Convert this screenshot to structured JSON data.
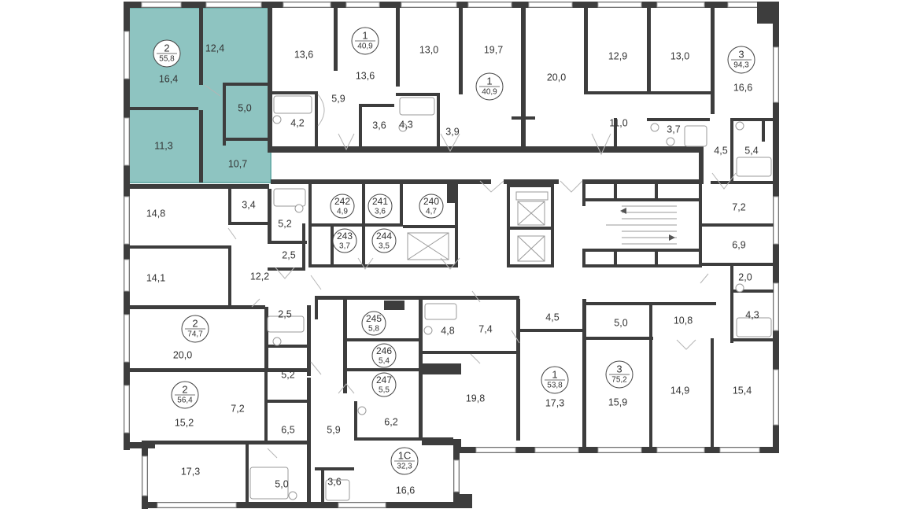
{
  "colors": {
    "wall": "#3d3d3d",
    "highlight": "#8ec4c1",
    "background": "#ffffff"
  },
  "selected_apartment": {
    "rooms": "2",
    "area": "55,8"
  },
  "apartments": [
    {
      "rooms": "2",
      "area": "55,8"
    },
    {
      "rooms": "1",
      "area": "40,9"
    },
    {
      "rooms": "1",
      "area": "40,9"
    },
    {
      "rooms": "3",
      "area": "94,3"
    },
    {
      "rooms": "2",
      "area": "74,7"
    },
    {
      "rooms": "2",
      "area": "56,4"
    },
    {
      "rooms": "1",
      "area": "53,8"
    },
    {
      "rooms": "3",
      "area": "75,2"
    },
    {
      "rooms": "1С",
      "area": "32,3"
    }
  ],
  "storage_units": [
    {
      "number": "242",
      "area": "4,9"
    },
    {
      "number": "241",
      "area": "3,6"
    },
    {
      "number": "240",
      "area": "4,7"
    },
    {
      "number": "243",
      "area": "3,7"
    },
    {
      "number": "244",
      "area": "3,5"
    },
    {
      "number": "245",
      "area": "5,8"
    },
    {
      "number": "246",
      "area": "5,4"
    },
    {
      "number": "247",
      "area": "5,5"
    }
  ],
  "room_areas": [
    "16,4",
    "12,4",
    "5,0",
    "11,3",
    "10,7",
    "13,6",
    "13,6",
    "4,2",
    "5,9",
    "3,6",
    "13,0",
    "4,3",
    "3,9",
    "19,7",
    "20,0",
    "12,9",
    "13,0",
    "11,0",
    "3,7",
    "16,6",
    "4,5",
    "5,4",
    "7,2",
    "6,9",
    "2,0",
    "4,3",
    "10,8",
    "14,8",
    "3,4",
    "5,2",
    "2,5",
    "14,1",
    "12,2",
    "2,5",
    "20,0",
    "5,2",
    "15,2",
    "7,2",
    "6,5",
    "17,3",
    "5,0",
    "5,9",
    "3,6",
    "6,2",
    "16,6",
    "4,8",
    "7,4",
    "4,5",
    "19,8",
    "17,3",
    "5,0",
    "15,9",
    "14,9",
    "15,4"
  ]
}
